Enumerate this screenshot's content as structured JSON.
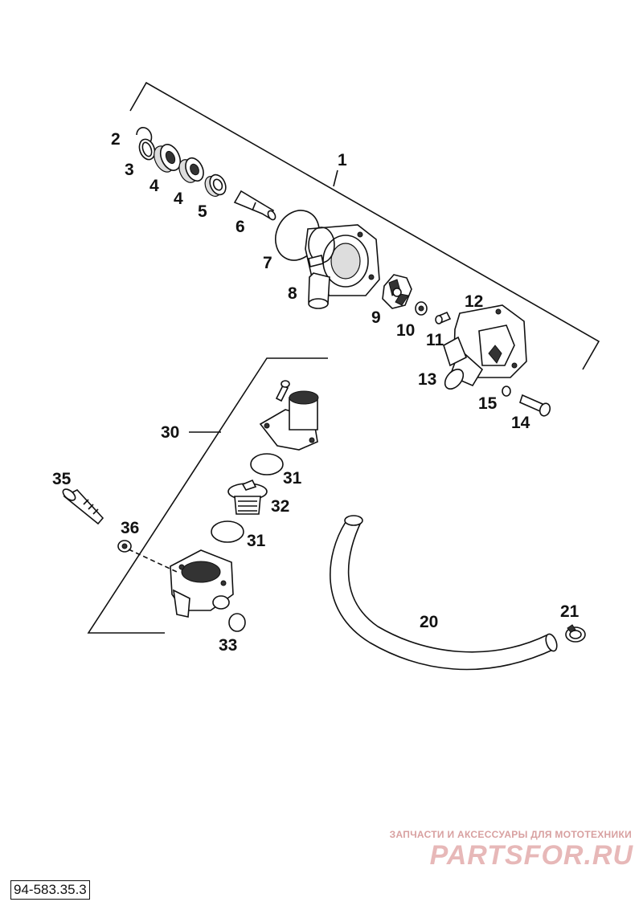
{
  "diagram": {
    "type": "exploded parts diagram",
    "callouts": {
      "c1": "1",
      "c2": "2",
      "c3": "3",
      "c4a": "4",
      "c4b": "4",
      "c5": "5",
      "c6": "6",
      "c7": "7",
      "c8": "8",
      "c9": "9",
      "c10": "10",
      "c11": "11",
      "c12": "12",
      "c13": "13",
      "c14": "14",
      "c15": "15",
      "c20": "20",
      "c21": "21",
      "c30": "30",
      "c31a": "31",
      "c31b": "31",
      "c32": "32",
      "c33": "33",
      "c35": "35",
      "c36": "36"
    }
  },
  "footer": {
    "doc_code": "94-583.35.3"
  },
  "watermark": {
    "caption": "ЗАПЧАСТИ И АКСЕССУАРЫ ДЛЯ МОТОТЕХНИКИ",
    "logo_text": "PARTSFOR.RU",
    "color": "#e7b8b8"
  }
}
